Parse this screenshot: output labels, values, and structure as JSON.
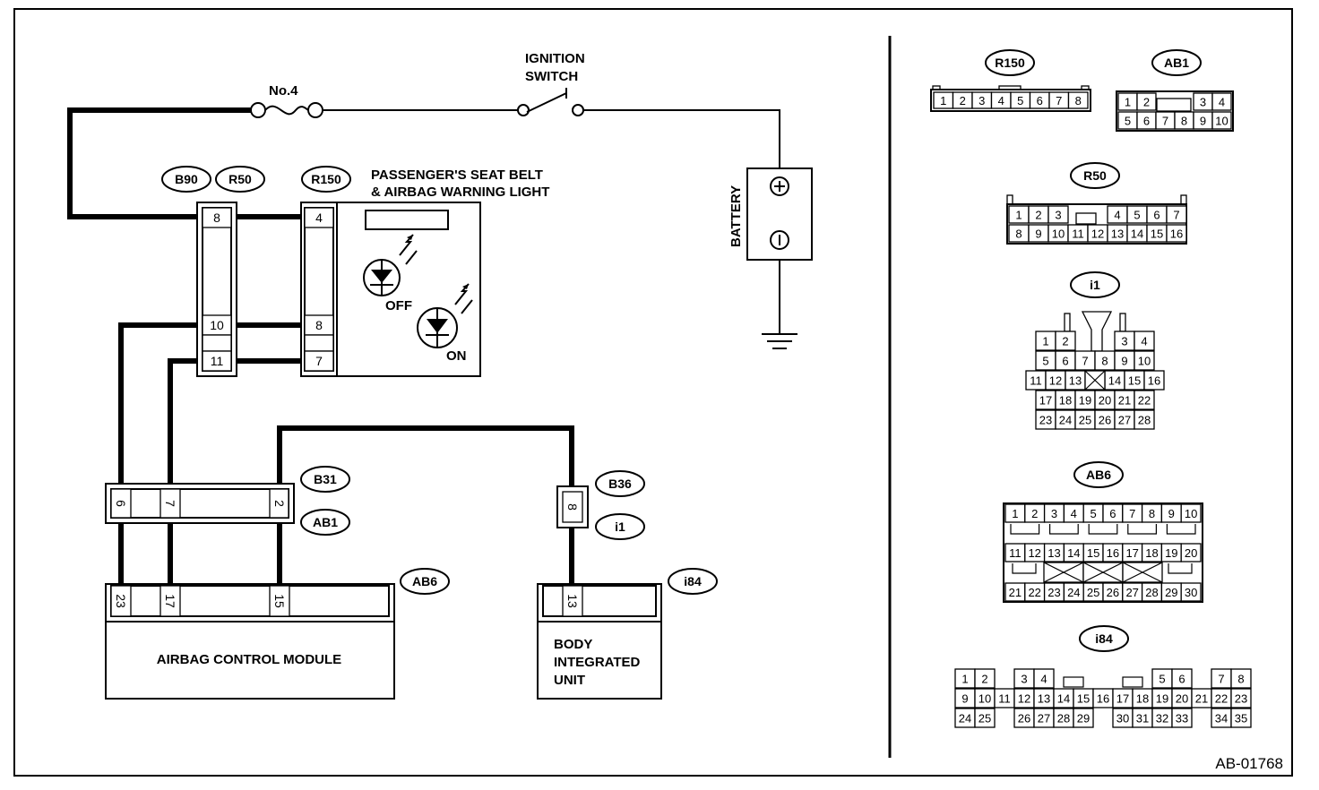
{
  "diagram_code": "AB-01768",
  "fuse": {
    "label": "No.4"
  },
  "ignition_switch": {
    "line1": "IGNITION",
    "line2": "SWITCH"
  },
  "battery": {
    "label": "BATTERY"
  },
  "warning_light": {
    "line1": "PASSENGER'S SEAT BELT",
    "line2": "& AIRBAG WARNING LIGHT",
    "off_label": "OFF",
    "on_label": "ON"
  },
  "connector_tags": {
    "b90": "B90",
    "r50": "R50",
    "r150": "R150",
    "b31": "B31",
    "ab1": "AB1",
    "b36": "B36",
    "i1": "i1",
    "ab6": "AB6",
    "i84": "i84"
  },
  "pins": {
    "b90_8": "8",
    "b90_10": "10",
    "b90_11": "11",
    "r150_4": "4",
    "r150_8": "8",
    "r150_7": "7",
    "b31_6": "6",
    "b31_7": "7",
    "b31_2": "2",
    "b36_8": "8",
    "ab6_23": "23",
    "ab6_17": "17",
    "ab6_15": "15",
    "i84_13": "13"
  },
  "modules": {
    "airbag": "AIRBAG CONTROL MODULE",
    "body_line1": "BODY",
    "body_line2": "INTEGRATED",
    "body_line3": "UNIT"
  },
  "connector_views": {
    "r150": {
      "tag": "R150",
      "pins": [
        "1",
        "2",
        "3",
        "4",
        "5",
        "6",
        "7",
        "8"
      ]
    },
    "ab1": {
      "tag": "AB1",
      "row1": [
        "1",
        "2",
        "3",
        "4"
      ],
      "row2": [
        "5",
        "6",
        "7",
        "8",
        "9",
        "10"
      ]
    },
    "r50": {
      "tag": "R50",
      "row1": [
        "1",
        "2",
        "3",
        "4",
        "5",
        "6",
        "7"
      ],
      "row2": [
        "8",
        "9",
        "10",
        "11",
        "12",
        "13",
        "14",
        "15",
        "16"
      ]
    },
    "i1": {
      "tag": "i1",
      "row1": [
        "1",
        "2",
        "3",
        "4"
      ],
      "row2": [
        "5",
        "6",
        "7",
        "8",
        "9",
        "10"
      ],
      "row3": [
        "11",
        "12",
        "13",
        "14",
        "15",
        "16"
      ],
      "row4": [
        "17",
        "18",
        "19",
        "20",
        "21",
        "22"
      ],
      "row5": [
        "23",
        "24",
        "25",
        "26",
        "27",
        "28"
      ]
    },
    "ab6": {
      "tag": "AB6",
      "row1": [
        "1",
        "2",
        "3",
        "4",
        "5",
        "6",
        "7",
        "8",
        "9",
        "10"
      ],
      "row2": [
        "11",
        "12",
        "13",
        "14",
        "15",
        "16",
        "17",
        "18",
        "19",
        "20"
      ],
      "row3": [
        "21",
        "22",
        "23",
        "24",
        "25",
        "26",
        "27",
        "28",
        "29",
        "30"
      ]
    },
    "i84": {
      "tag": "i84",
      "row1": [
        "1",
        "2",
        "3",
        "4",
        "5",
        "6",
        "7",
        "8"
      ],
      "row2": [
        "9",
        "10",
        "11",
        "12",
        "13",
        "14",
        "15",
        "16",
        "17",
        "18",
        "19",
        "20",
        "21",
        "22",
        "23"
      ],
      "row3": [
        "24",
        "25",
        "26",
        "27",
        "28",
        "29",
        "30",
        "31",
        "32",
        "33",
        "34",
        "35"
      ]
    }
  }
}
